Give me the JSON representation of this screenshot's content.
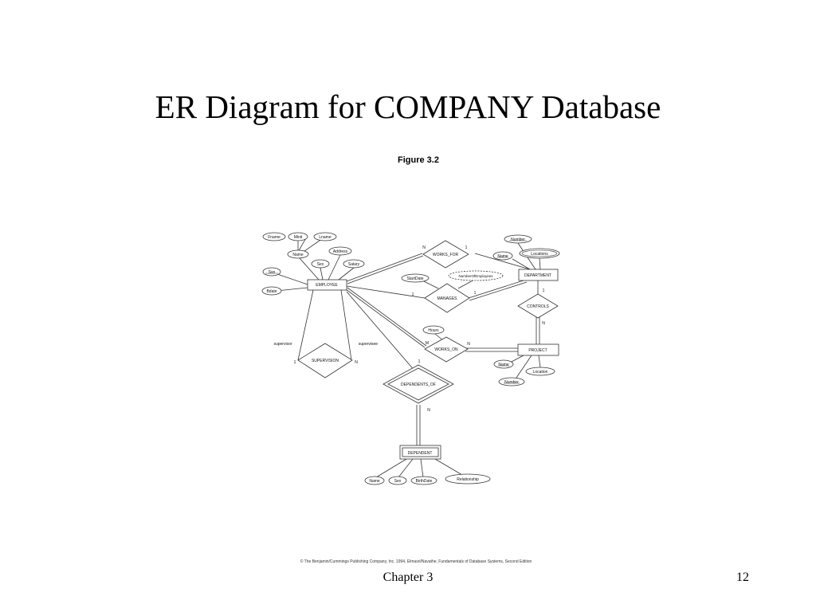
{
  "slide": {
    "title": "ER Diagram for COMPANY Database",
    "figure_label": "Figure 3.2",
    "copyright": "© The Benjamin/Cummings Publishing Company, Inc. 1994, Elmasri/Navathe, Fundamentals of Database Systems, Second Edition",
    "chapter": "Chapter 3",
    "page_number": "12"
  },
  "diagram": {
    "entities": {
      "employee": "EMPLOYEE",
      "department": "DEPARTMENT",
      "project": "PROJECT",
      "dependent": "DEPENDENT"
    },
    "relationships": {
      "works_for": "WORKS_FOR",
      "manages": "MANAGES",
      "works_on": "WORKS_ON",
      "controls": "CONTROLS",
      "supervision": "SUPERVISION",
      "dependents_of": "DEPENDENTS_OF"
    },
    "attributes": {
      "fname": "Fname",
      "minit": "Minit",
      "lname": "Lname",
      "name": "Name",
      "address": "Address",
      "sex": "Sex",
      "salary": "Salary",
      "ssn": "Ssn",
      "bdate": "Bdate",
      "startdate": "StartDate",
      "numberofemployees": "NumberOfEmployees",
      "dept_number": "Number",
      "dept_name": "Name",
      "locations": "Locations",
      "hours": "Hours",
      "proj_name": "Name",
      "proj_location": "Location",
      "proj_number": "Number",
      "dep_name": "Name",
      "dep_sex": "Sex",
      "birthdate": "BirthDate",
      "relationship": "Relationship"
    },
    "roles": {
      "supervisor": "supervisor",
      "supervisee": "supervisee"
    },
    "cardinalities": {
      "wf_n": "N",
      "wf_1": "1",
      "mg_1a": "1",
      "mg_1b": "1",
      "ctrl_1": "1",
      "ctrl_n": "N",
      "wo_m": "M",
      "wo_n": "N",
      "sup_1": "1",
      "sup_n": "N",
      "do_1": "1",
      "do_n": "N"
    }
  }
}
